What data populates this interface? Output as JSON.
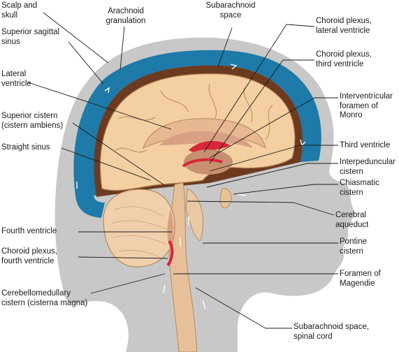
{
  "colors": {
    "head": "#c8c8c8",
    "csf_space": "#1e7aa8",
    "skull_inner": "#6b3a1f",
    "brain": "#f3cfa2",
    "brain_line": "#b98a5a",
    "ventricle": "#d9a184",
    "choroid": "#d8263a",
    "leader": "#1a1a1a"
  },
  "labels": {
    "scalp_skull": "Scalp and\nskull",
    "arachnoid": "Arachnoid\ngranulation",
    "subarachnoid": "Subarachnoid\nspace",
    "choroid_lateral": "Choroid plexus,\nlateral ventricle",
    "sup_sagittal": "Superior sagittal\nsinus",
    "choroid_third": "Choroid plexus,\nthird ventricle",
    "lateral_ventricle": "Lateral\nventricle",
    "interventricular": "Interventricular\nforamen of\nMonro",
    "sup_cistern": "Superior cistern\n(cistern ambiens)",
    "straight_sinus": "Straight sinus",
    "third_ventricle": "Third ventricle",
    "interpeduncular": "Interpeduncular\ncistern",
    "chiasmatic": "Chiasmatic\ncistern",
    "cerebral_aqueduct": "Cerebral\naqueduct",
    "fourth_ventricle": "Fourth ventricle",
    "pontine": "Pontine\ncistern",
    "choroid_fourth": "Choroid plexus,\nfourth ventricle",
    "magendie": "Foramen of\nMagendie",
    "cerebellomedullary": "Cerebellomedullary\ncistern (cisterna magna)",
    "spinal": "Subarachnoid space,\nspinal cord"
  }
}
